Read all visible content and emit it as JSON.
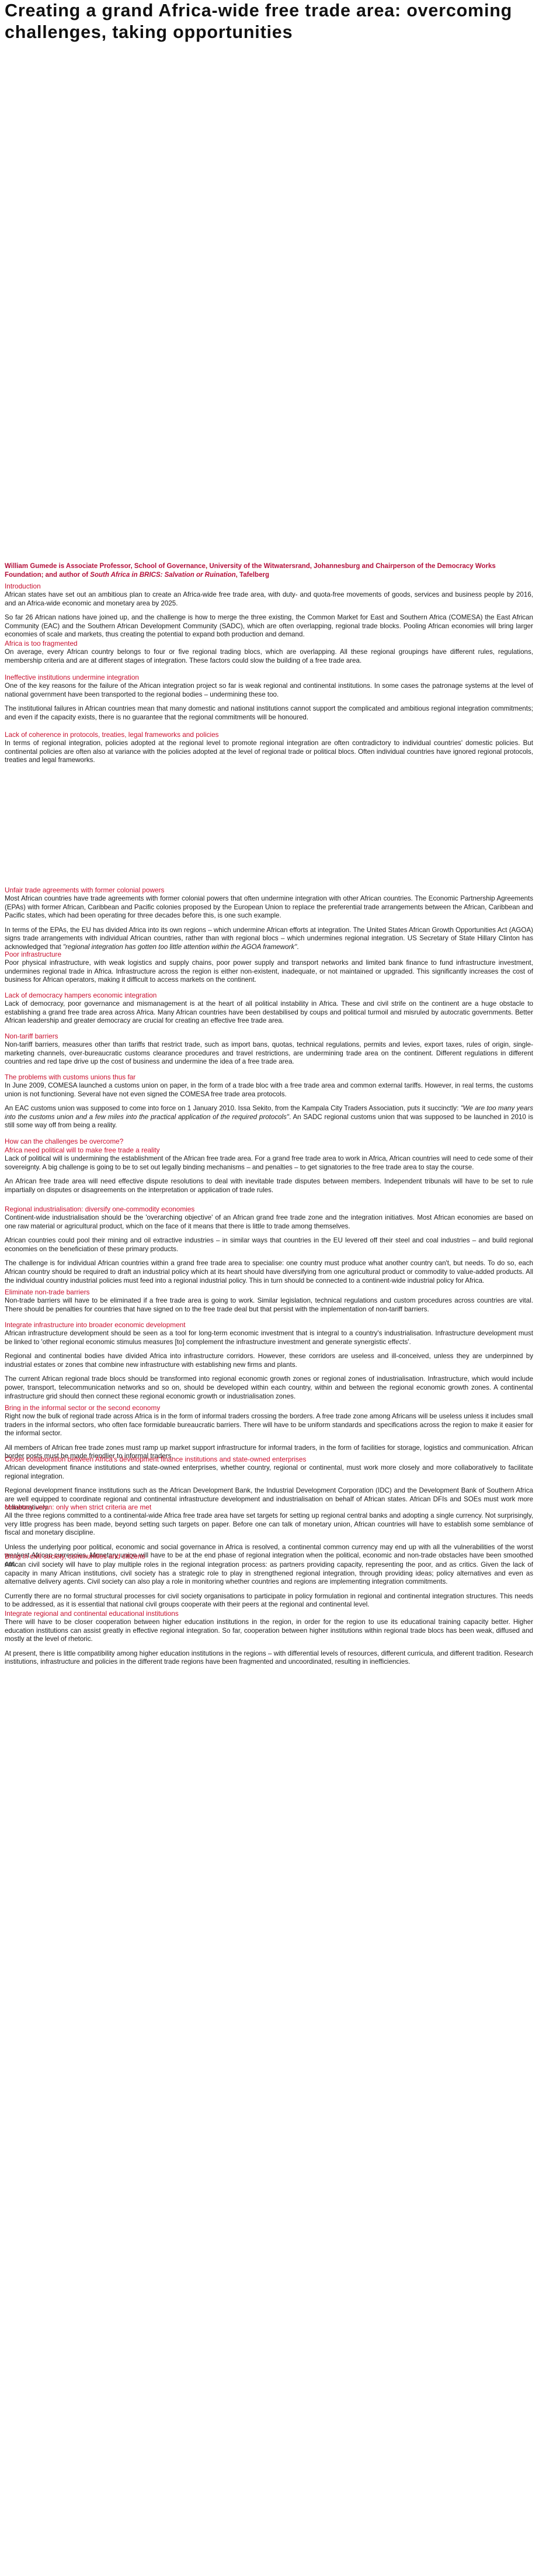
{
  "title": "Creating a grand Africa-wide free trade area: overcoming challenges, taking opportunities",
  "byline": {
    "author": "William Gumede is Associate Professor, School of Governance, University of the Witwatersrand, Johannesburg and Chairperson of the Democracy Works Foundation; and author of ",
    "book": "South Africa in BRICS: Salvation or Ruination",
    "publisher": ", Tafelberg"
  },
  "sections": {
    "s1": {
      "heading": "Introduction",
      "p1": "African states have set out an ambitious plan to create an Africa-wide free trade area, with duty- and quota-free movements of goods, services and business people by 2016, and an Africa-wide economic and monetary area by 2025.",
      "p2": "So far 26 African nations have joined up, and the challenge is how to merge the three existing, the Common Market for East and Southern Africa (COMESA) the East African Community (EAC) and the Southern African Development Community (SADC), which are often overlapping, regional trade blocks. Pooling African economies will bring larger economies of scale and markets, thus creating the potential to expand both production and demand."
    },
    "s2": {
      "heading": "Africa is too fragmented",
      "p1": "On average, every African country belongs to four or five regional trading blocs, which are overlapping. All these regional groupings have different rules, regulations, membership criteria and are at different stages of integration. These factors could slow the building of a free trade area."
    },
    "s3": {
      "heading": "Ineffective institutions undermine integration",
      "p1": "One of the key reasons for the failure of the African integration project so far is weak regional and continental institutions. In some cases the patronage systems at the level of national government have been transported to the regional bodies – undermining these too.",
      "p2": "The institutional failures in African countries mean that many domestic and national institutions cannot support the complicated and ambitious regional integration commitments; and even if the capacity exists, there is no guarantee that the regional commitments will be honoured."
    },
    "s4": {
      "heading": "Lack of coherence in protocols, treaties, legal frameworks and policies",
      "p1": "In terms of regional integration, policies adopted at the regional level to promote regional integration are often contradictory to individual countries' domestic policies. But continental policies are often also at variance with the policies adopted at the level of regional trade or political blocs. Often individual countries have ignored regional protocols, treaties and legal frameworks."
    },
    "s5": {
      "heading": "Unfair trade agreements with former colonial powers",
      "p1": "Most African countries have trade agreements with former colonial powers that often undermine integration with other African countries. The Economic Partnership Agreements (EPAs) with former African, Caribbean and Pacific colonies proposed by the European Union to replace the preferential trade arrangements between the African, Caribbean and Pacific states, which had been operating for three decades before this, is one such example.",
      "p2a": "In terms of the EPAs, the EU has divided Africa into its own regions – which undermine African efforts at integration. The United States African Growth Opportunities Act (AGOA) signs trade arrangements with individual African countries, rather than with regional blocs – which undermines regional integration. US Secretary of State Hillary Clinton has acknowledged that ",
      "p2b": "\"regional integration has gotten too little attention within the AGOA framework\"",
      "p2c": "."
    },
    "s6": {
      "heading": "Poor infrastructure",
      "p1": "Poor physical infrastructure, with weak logistics and supply chains, poor power supply and transport networks and limited bank finance to fund infrastructure investment, undermines regional trade in Africa. Infrastructure across the region is either non-existent, inadequate, or not maintained or upgraded. This significantly increases the cost of business for African operators, making it difficult to access markets on the continent."
    },
    "s7": {
      "heading": "Lack of democracy hampers economic integration",
      "p1": "Lack of democracy, poor governance and mismanagement is at the heart of all political instability in Africa. These and civil strife on the continent are a huge obstacle to establishing a grand free trade area across Africa. Many African countries have been destabilised by coups and political turmoil and misruled by autocratic governments. Better African leadership and greater democracy are crucial for creating an effective free trade area."
    },
    "s8": {
      "heading": "Non-tariff barriers",
      "p1": "Non-tariff barriers, measures other than tariffs that restrict trade, such as import bans, quotas, technical regulations, permits and levies, export taxes, rules of origin, single-marketing channels, over-bureaucratic customs clearance procedures and travel restrictions, are undermining trade area on the continent. Different regulations in different countries and red tape drive up the cost of business and undermine the idea of a free trade area."
    },
    "s9": {
      "heading": "The problems with customs unions thus far",
      "p1": "In June 2009, COMESA launched a customs union on paper, in the form of a trade bloc with a free trade area and common external tariffs. However, in real terms, the customs union is not functioning. Several have not even signed the COMESA free trade area protocols.",
      "p2a": "An EAC customs union was supposed to come into force on 1 January 2010. Issa Sekito, from the Kampala City Traders Association, puts it succinctly: ",
      "p2b": "\"We are too many years into the customs union and a few miles into the practical application of the required protocols\"",
      "p2c": ". An SADC regional customs union that was supposed to be launched in 2010 is still some way off from being a reality."
    },
    "s10": {
      "heading": "How can the challenges be overcome?",
      "subheading": "Africa need political will to make free trade a reality",
      "p1": "Lack of political will is undermining the establishment of the African free trade area. For a grand free trade area to work in Africa, African countries will need to cede some of their sovereignty. A big challenge is going to be to set out legally binding mechanisms – and penalties – to get signatories to the free trade area to stay the course.",
      "p2": "An African free trade area will need effective dispute resolutions to deal with inevitable trade disputes between members. Independent tribunals will have to be set to rule impartially on disputes or disagreements on the interpretation or application of trade rules."
    },
    "s11": {
      "heading": "Regional industrialisation: diversify one-commodity economies",
      "p1": "Continent-wide industrialisation should be the 'overarching objective' of an African grand free trade zone and the integration initiatives. Most African economies are based on one raw material or agricultural product, which on the face of it means that there is little to trade among themselves.",
      "p2": "African countries could pool their mining and oil extractive industries – in similar ways that countries in the EU levered off their steel and coal industries – and build regional economies on the beneficiation of these primary products.",
      "p3": "The challenge is for individual African countries within a grand free trade area to specialise: one country must produce what another country can't, but needs. To do so, each African country should be required to draft an industrial policy which at its heart should have diversifying from one agricultural product or commodity to value-added products. All the individual country industrial policies must feed into a regional industrial policy. This in turn should be connected to a continent-wide industrial policy for Africa."
    },
    "s12": {
      "heading": "Eliminate non-trade barriers",
      "p1": "Non-trade barriers will have to be eliminated if a free trade area is going to work. Similar legislation, technical regulations and custom procedures across countries are vital. There should be penalties for countries that have signed on to the free trade deal but that persist with the implementation of non-tariff barriers."
    },
    "s13": {
      "heading": "Integrate infrastructure into broader economic development",
      "p1": "African infrastructure development should be seen as a tool for long-term economic investment that is integral to a country's industrialisation. Infrastructure development must be linked to 'other regional economic stimulus measures [to] complement the infrastructure investment and generate synergistic effects'.",
      "p2": "Regional and continental bodies have divided Africa into infrastructure corridors. However, these corridors are useless and ill-conceived, unless they are underpinned by industrial estates or zones that combine new infrastructure with establishing new firms and plants.",
      "p3": "The current African regional trade blocs should be transformed into regional economic growth zones or regional zones of industrialisation. Infrastructure, which would include power, transport, telecommunication networks and so on, should be developed within each country, within and between the regional economic growth zones. A continental infrastructure grid should then connect these regional economic growth or industrialisation zones."
    },
    "s14": {
      "heading": "Bring in the informal sector or the second economy",
      "p1": "Right now the bulk of regional trade across Africa is in the form of informal traders crossing the borders. A free trade zone among Africans will be useless unless it includes small traders in the informal sectors, who often face formidable bureaucratic barriers. There will have to be uniform standards and specifications across the region to make it easier for the informal sector.",
      "p2": "All members of African free trade zones must ramp up market support infrastructure for informal traders, in the form of facilities for storage, logistics and communication. African border posts must be made friendlier to informal traders."
    },
    "s15": {
      "heading": "Closer collaboration between Africa's development finance institutions and state-owned enterprises",
      "p1": "African development finance institutions and state-owned enterprises, whether country, regional or continental, must work more closely and more collaboratively to facilitate regional integration.",
      "p2": "Regional development finance institutions such as the African Development Bank, the Industrial Development Corporation (IDC) and the Development Bank of Southern Africa are well equipped to coordinate regional and continental infrastructure development and industrialisation on behalf of African states. African DFIs and SOEs must work more collaboratively."
    },
    "s16": {
      "heading": "Monetary union: only when strict criteria are met",
      "p1": "All the three regions committed to a continental-wide Africa free trade area have set targets for setting up regional central banks and adopting a single currency. Not surprisingly, very little progress has been made, beyond setting such targets on paper. Before one can talk of monetary union, African countries will have to establish some semblance of fiscal and monetary discipline.",
      "p2": "Unless the underlying poor political, economic and social governance in Africa is resolved, a continental common currency may end up with all the vulnerabilities of the worst weakest African currencies. Monetary union will have to be at the end phase of regional integration when the political, economic and non-trade obstacles have been smoothed out."
    },
    "s17": {
      "heading": "Bring in civil society, communities and citizens",
      "p1": "African civil society will have to play multiple roles in the regional integration process: as partners providing capacity, representing the poor, and as critics. Given the lack of capacity in many African institutions, civil society has a strategic role to play in strengthened regional integration, through providing ideas; policy alternatives and even as alternative delivery agents. Civil society can also play a role in monitoring whether countries and regions are implementing integration commitments.",
      "p2": "Currently there are no formal structural processes for civil society organisations to participate in policy formulation in regional and continental integration structures. This needs to be addressed, as it is essential that national civil groups cooperate with their peers at the regional and continental level."
    },
    "s18": {
      "heading": "Integrate regional and continental educational institutions",
      "p1": "There will have to be closer cooperation between higher education institutions in the region, in order for the region to use its educational training capacity better. Higher education institutions can assist greatly in effective regional integration. So far, cooperation between higher institutions within regional trade blocs has been weak, diffused and mostly at the level of rhetoric.",
      "p2": "At present, there is little compatibility among higher education institutions in the regions – with differential levels of resources, different curricula, and different tradition. Research institutions, infrastructure and policies in the different trade regions have been fragmented and uncoordinated, resulting in inefficiencies."
    }
  }
}
